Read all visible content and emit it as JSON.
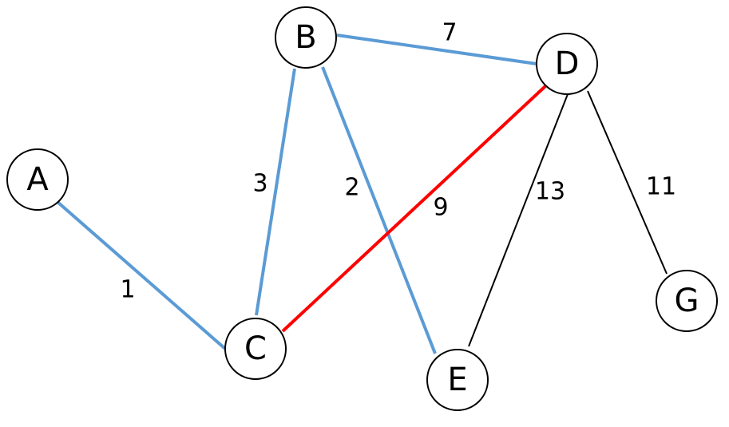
{
  "colors": {
    "tree_edge": "#5B9BD5",
    "highlight_edge": "#FF0000",
    "other_edge": "#000000"
  },
  "nodes": [
    {
      "id": "A",
      "label": "A"
    },
    {
      "id": "B",
      "label": "B"
    },
    {
      "id": "C",
      "label": "C"
    },
    {
      "id": "D",
      "label": "D"
    },
    {
      "id": "E",
      "label": "E"
    },
    {
      "id": "G",
      "label": "G"
    }
  ],
  "edges": [
    {
      "from": "A",
      "to": "C",
      "weight": "1",
      "kind": "tree_edge"
    },
    {
      "from": "B",
      "to": "C",
      "weight": "3",
      "kind": "tree_edge"
    },
    {
      "from": "B",
      "to": "E",
      "weight": "2",
      "kind": "tree_edge"
    },
    {
      "from": "B",
      "to": "D",
      "weight": "7",
      "kind": "tree_edge"
    },
    {
      "from": "C",
      "to": "D",
      "weight": "9",
      "kind": "highlight_edge"
    },
    {
      "from": "D",
      "to": "E",
      "weight": "13",
      "kind": "other_edge"
    },
    {
      "from": "D",
      "to": "G",
      "weight": "11",
      "kind": "other_edge"
    }
  ]
}
